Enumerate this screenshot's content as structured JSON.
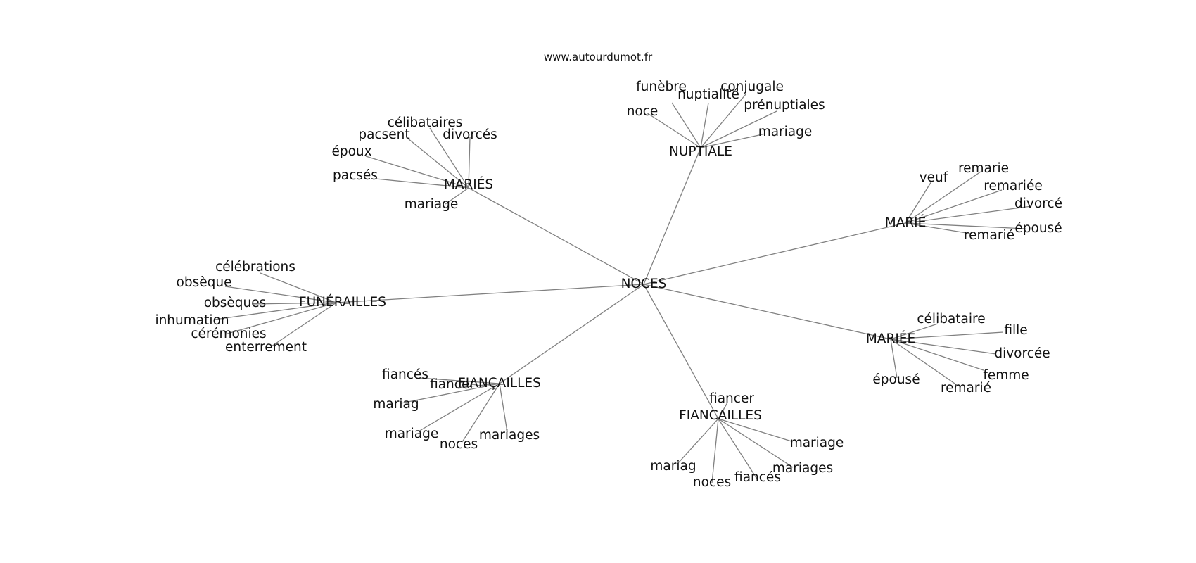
{
  "watermark": "www.autourdumot.fr",
  "graph": {
    "root": "NOCES",
    "hubs": [
      {
        "label": "NUPTIALE",
        "leaves": [
          "funèbre",
          "nuptialité",
          "conjugale",
          "prénuptiales",
          "noce",
          "mariage"
        ]
      },
      {
        "label": "MARIÉS",
        "leaves": [
          "célibataires",
          "pacsent",
          "divorcés",
          "époux",
          "pacsés",
          "mariage"
        ]
      },
      {
        "label": "MARIÉ",
        "leaves": [
          "veuf",
          "remarie",
          "remariée",
          "divorcé",
          "épousé",
          "remarié"
        ]
      },
      {
        "label": "FUNÉRAILLES",
        "leaves": [
          "célébrations",
          "obsèque",
          "obsèques",
          "inhumation",
          "cérémonies",
          "enterrement"
        ]
      },
      {
        "label": "MARIÉE",
        "leaves": [
          "célibataire",
          "fille",
          "divorcée",
          "femme",
          "remarié",
          "épousé"
        ]
      },
      {
        "label": "FIANÇAILLES",
        "leaves": [
          "fiancés",
          "fiancer",
          "mariag",
          "mariage",
          "noces",
          "mariages"
        ]
      },
      {
        "label": "FIANCAILLES",
        "leaves": [
          "fiancer",
          "mariage",
          "mariag",
          "mariages",
          "noces",
          "fiancés"
        ]
      }
    ]
  }
}
